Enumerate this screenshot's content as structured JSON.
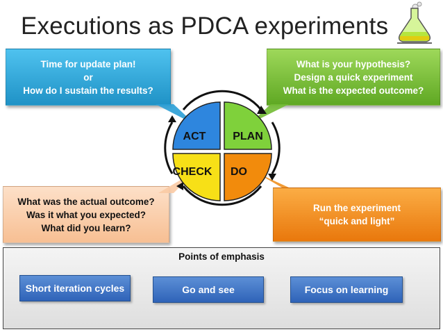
{
  "title": "Executions as PDCA experiments",
  "callouts": {
    "act": [
      "Time for update plan!",
      "or",
      "How do I sustain the results?"
    ],
    "plan": [
      "What is your hypothesis?",
      "Design a  quick experiment",
      "What is the expected outcome?"
    ],
    "check": [
      "What was the actual outcome?",
      "Was it what you expected?",
      "What did you learn?"
    ],
    "do": [
      "Run the experiment",
      "“quick and light”"
    ]
  },
  "cycle": {
    "act": "ACT",
    "plan": "PLAN",
    "check": "CHECK",
    "do": "DO",
    "colors": {
      "act": "#2e86de",
      "plan": "#7fd13b",
      "check": "#f7e017",
      "do": "#f28b0c"
    }
  },
  "emphasis": {
    "title": "Points of emphasis",
    "items": [
      "Short iteration cycles",
      "Go and see",
      "Focus on learning"
    ]
  },
  "icons": {
    "flask": "flask-icon"
  }
}
